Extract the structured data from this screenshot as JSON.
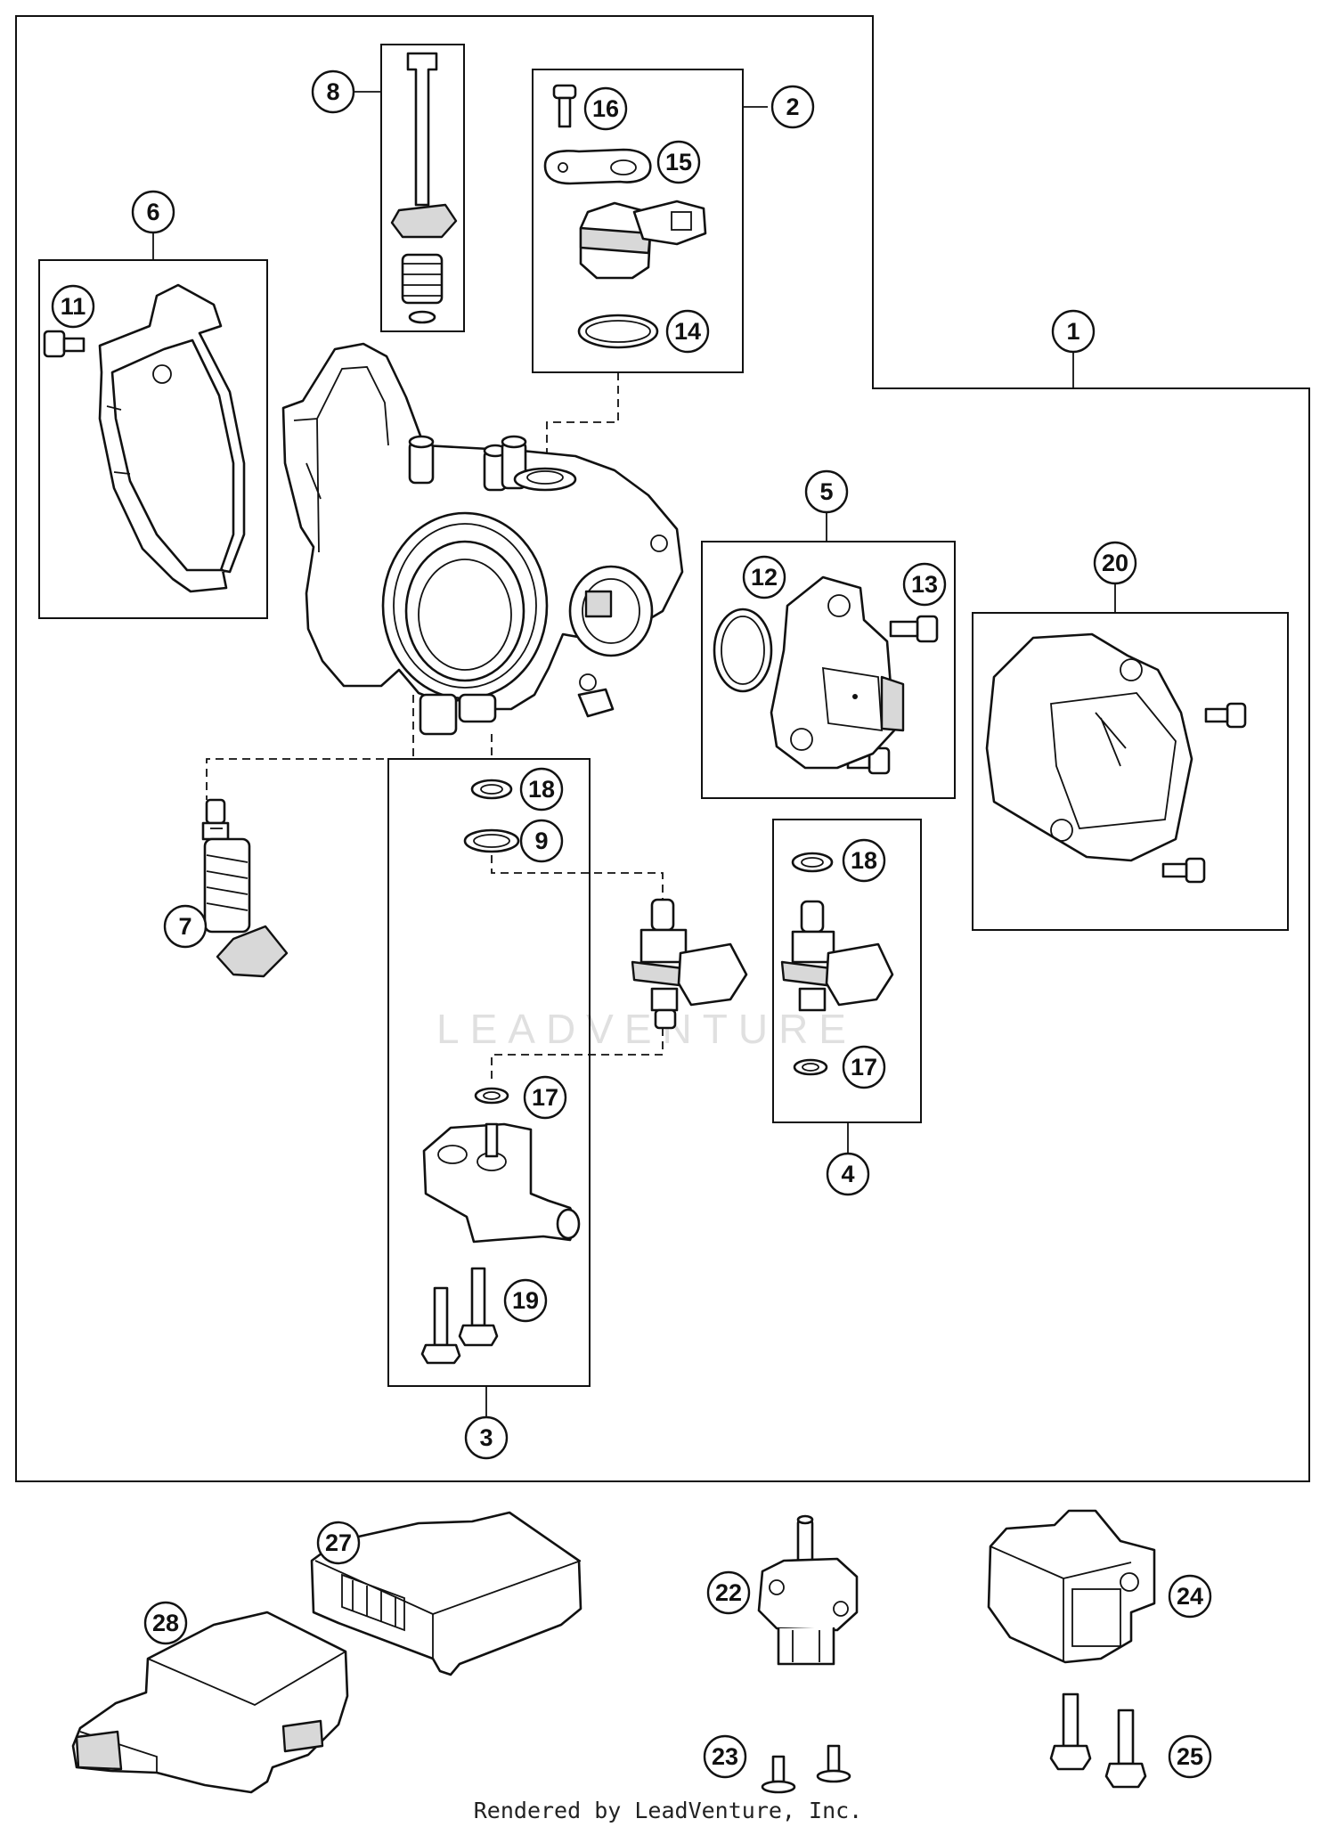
{
  "diagram": {
    "callouts": [
      {
        "id": "1",
        "label": "1"
      },
      {
        "id": "2",
        "label": "2"
      },
      {
        "id": "3",
        "label": "3"
      },
      {
        "id": "4",
        "label": "4"
      },
      {
        "id": "5",
        "label": "5"
      },
      {
        "id": "6",
        "label": "6"
      },
      {
        "id": "7",
        "label": "7"
      },
      {
        "id": "8",
        "label": "8"
      },
      {
        "id": "9",
        "label": "9"
      },
      {
        "id": "11",
        "label": "11"
      },
      {
        "id": "12",
        "label": "12"
      },
      {
        "id": "13",
        "label": "13"
      },
      {
        "id": "14",
        "label": "14"
      },
      {
        "id": "15",
        "label": "15"
      },
      {
        "id": "16",
        "label": "16"
      },
      {
        "id": "17a",
        "label": "17"
      },
      {
        "id": "17b",
        "label": "17"
      },
      {
        "id": "18a",
        "label": "18"
      },
      {
        "id": "18b",
        "label": "18"
      },
      {
        "id": "19",
        "label": "19"
      },
      {
        "id": "20",
        "label": "20"
      },
      {
        "id": "22",
        "label": "22"
      },
      {
        "id": "23",
        "label": "23"
      },
      {
        "id": "24",
        "label": "24"
      },
      {
        "id": "25",
        "label": "25"
      },
      {
        "id": "27",
        "label": "27"
      },
      {
        "id": "28",
        "label": "28"
      }
    ],
    "watermark": "LEADVENTURE",
    "footer": "Rendered by LeadVenture, Inc."
  }
}
